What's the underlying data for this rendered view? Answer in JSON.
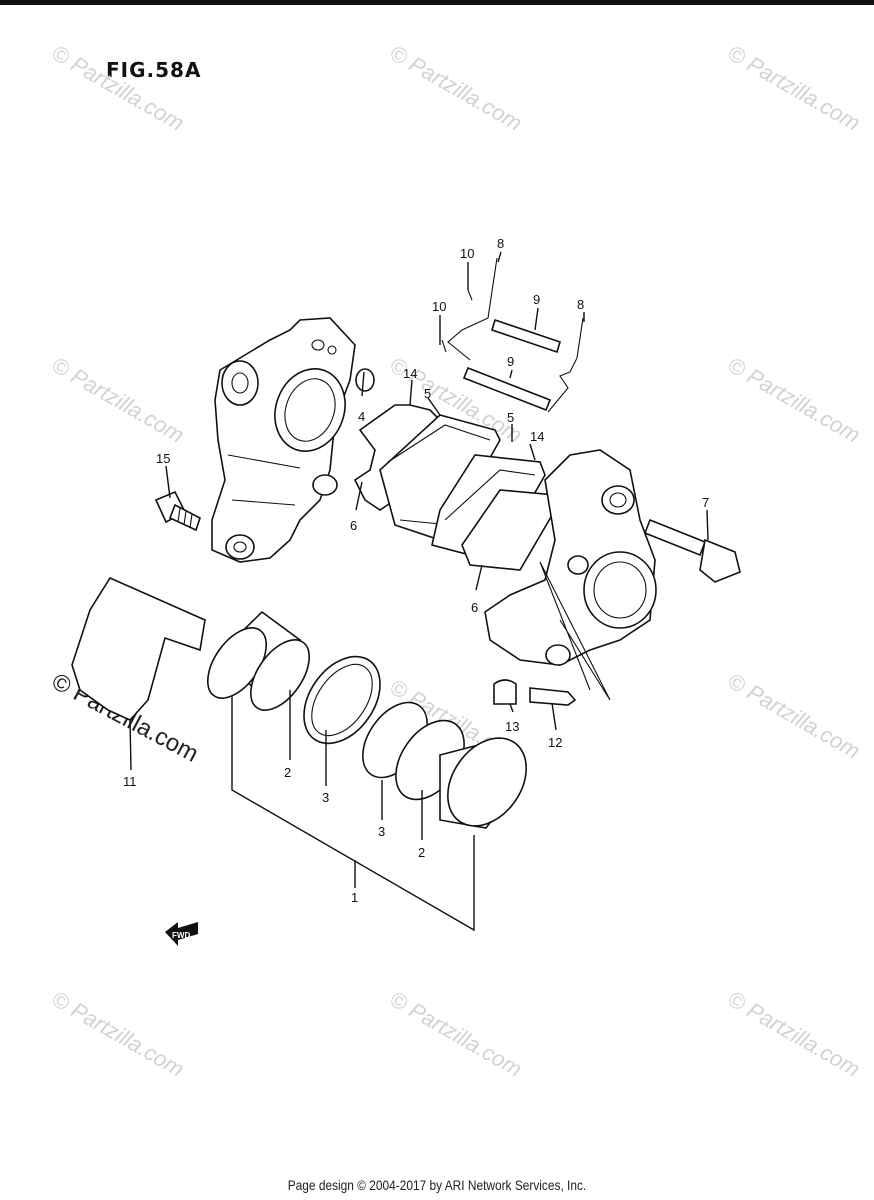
{
  "figure": {
    "title": "FIG.58A"
  },
  "watermark": {
    "text": "© Partzilla.com"
  },
  "callouts": [
    "1",
    "2",
    "2",
    "3",
    "3",
    "4",
    "5",
    "5",
    "6",
    "6",
    "7",
    "8",
    "8",
    "9",
    "9",
    "10",
    "10",
    "11",
    "12",
    "13",
    "14",
    "14",
    "15"
  ],
  "fwd_label": "FWD",
  "footer": {
    "text": "Page design © 2004-2017 by ARI Network Services, Inc."
  }
}
